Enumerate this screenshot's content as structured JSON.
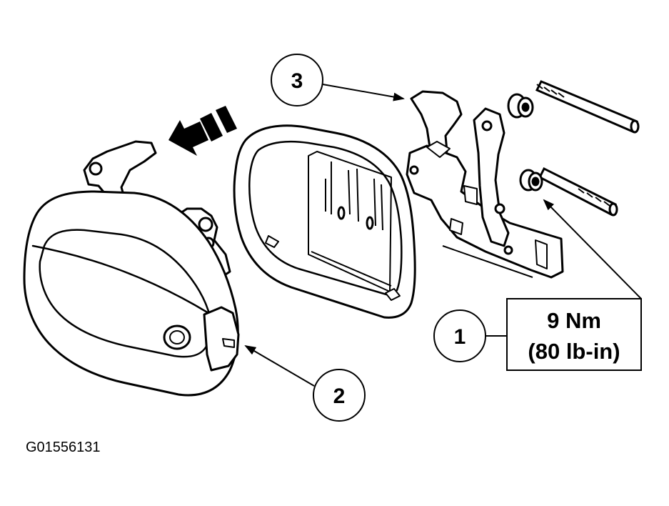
{
  "callouts": {
    "c1": "1",
    "c2": "2",
    "c3": "3"
  },
  "spec": {
    "line1": "9 Nm",
    "line2": "(80 lb-in)"
  },
  "figure_id": "G01556131"
}
